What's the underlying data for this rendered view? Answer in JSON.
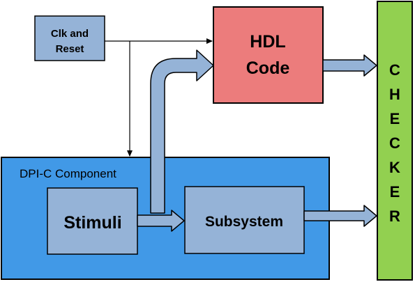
{
  "diagram": {
    "blocks": {
      "clk_reset": {
        "line1": "Clk and",
        "line2": "Reset"
      },
      "hdl_code": {
        "line1": "HDL",
        "line2": "Code"
      },
      "dpi_component": {
        "label": "DPI-C Component"
      },
      "stimuli": {
        "label": "Stimuli"
      },
      "subsystem": {
        "label": "Subsystem"
      },
      "checker": {
        "letters": [
          "C",
          "H",
          "E",
          "C",
          "K",
          "E",
          "R"
        ]
      }
    },
    "colors": {
      "clk_fill": "#95b3d7",
      "hdl_fill": "#ec7c7c",
      "dpi_fill": "#4199e7",
      "inner_fill": "#95b3d7",
      "checker_fill": "#92d050",
      "arrow_fill": "#95b3d7",
      "stroke": "#000000"
    }
  }
}
